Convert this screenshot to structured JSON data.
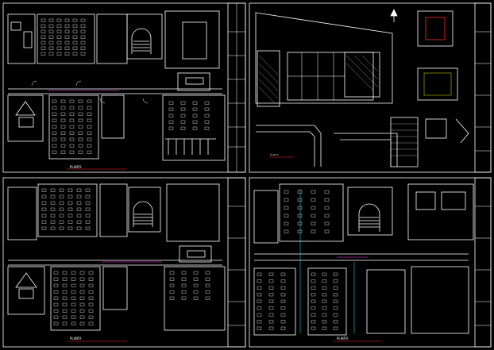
{
  "app": {
    "background": "#000000",
    "line_color": "#ffffff",
    "accent_red": "#ff2a2a",
    "accent_magenta": "#ff3cff",
    "accent_cyan": "#33e0ff",
    "accent_yellow": "#e6e600"
  },
  "sheets": [
    {
      "id": "top-left",
      "caption": ""
    },
    {
      "id": "top-right",
      "caption": ""
    },
    {
      "id": "bottom-left",
      "caption": ""
    },
    {
      "id": "bottom-right",
      "caption": ""
    }
  ],
  "icons": {
    "north_arrow": "north-arrow-icon",
    "stair": "stair-icon"
  }
}
